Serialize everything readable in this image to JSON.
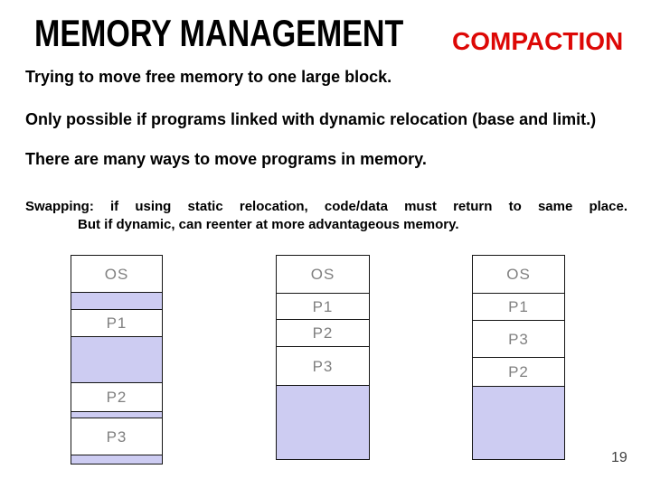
{
  "slide": {
    "title": "MEMORY MANAGEMENT",
    "subtitle": "COMPACTION",
    "body_lines": {
      "line1": "Trying to move free memory to one large block.",
      "line2": "Only possible if programs linked with dynamic relocation (base and limit.)",
      "line3": "There are many ways to move programs in memory."
    },
    "swapping": {
      "line1": "Swapping: if using static relocation, code/data must return to same place.",
      "line2": "But if dynamic, can reenter at more advantageous memory."
    },
    "page_number": "19"
  },
  "colors": {
    "title_text": "#000000",
    "subtitle_red": "#dd0806",
    "body_text": "#000000",
    "free_block_fill": "#cdccf2",
    "program_block_fill": "#ffffff",
    "block_border": "#151515",
    "block_label_gray": "#808080",
    "page_number_gray": "#404040"
  },
  "diagram": {
    "columns": [
      {
        "name": "fragmented-memory",
        "blocks": [
          {
            "label": "OS",
            "type": "program",
            "height": 41
          },
          {
            "type": "free",
            "height": 19
          },
          {
            "label": "P1",
            "type": "program",
            "height": 30
          },
          {
            "type": "free",
            "height": 51
          },
          {
            "label": "P2",
            "type": "program",
            "height": 32
          },
          {
            "type": "free",
            "height": 7
          },
          {
            "label": "P3",
            "type": "program",
            "height": 41
          },
          {
            "type": "free",
            "height": 9
          }
        ]
      },
      {
        "name": "compacted-memory-1",
        "blocks": [
          {
            "label": "OS",
            "type": "program",
            "height": 42
          },
          {
            "label": "P1",
            "type": "program",
            "height": 29
          },
          {
            "label": "P2",
            "type": "program",
            "height": 30
          },
          {
            "label": "P3",
            "type": "program",
            "height": 43
          },
          {
            "type": "free",
            "height": 81
          }
        ]
      },
      {
        "name": "compacted-memory-2",
        "blocks": [
          {
            "label": "OS",
            "type": "program",
            "height": 42
          },
          {
            "label": "P1",
            "type": "program",
            "height": 30
          },
          {
            "label": "P3",
            "type": "program",
            "height": 41
          },
          {
            "label": "P2",
            "type": "program",
            "height": 32
          },
          {
            "type": "free",
            "height": 80
          }
        ]
      }
    ]
  }
}
